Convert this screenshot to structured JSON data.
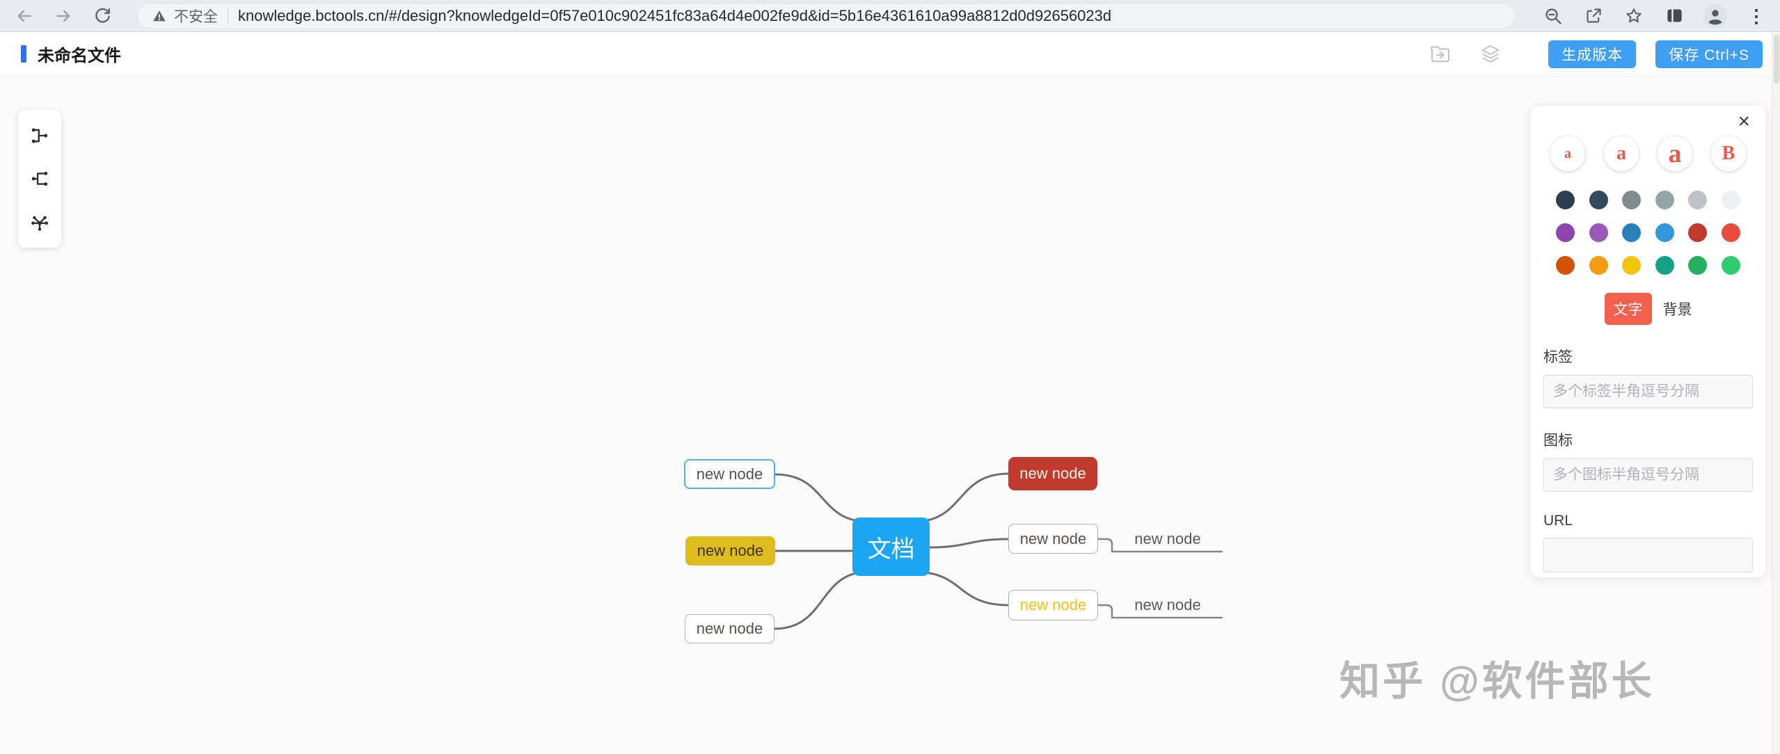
{
  "browser": {
    "security_label": "不安全",
    "url": "knowledge.bctools.cn/#/design?knowledgeId=0f57e010c902451fc83a64d4e002fe9d&id=5b16e4361610a99a8812d0d92656023d"
  },
  "icons": {
    "close": "×",
    "menu_dots": "⋮"
  },
  "toolbar": {
    "title": "未命名文件",
    "generate_version_label": "生成版本",
    "save_label": "保存 Ctrl+S",
    "accent_color": "#2E72F2",
    "button_color": "#3F9FF3"
  },
  "mindmap": {
    "root": {
      "label": "文档",
      "bg": "#1BA5F2",
      "color": "#FFFFFF"
    },
    "left_nodes": [
      {
        "label": "new node",
        "border": "#55B0E2"
      },
      {
        "label": "new node",
        "bg": "#DFBC1E",
        "color": "#3A3418"
      },
      {
        "label": "new node"
      }
    ],
    "right_nodes": [
      {
        "label": "new node",
        "bg": "#C23A2B",
        "color": "#F6F1EE"
      },
      {
        "label": "new node",
        "children": [
          {
            "label": "new node"
          }
        ]
      },
      {
        "label": "new node",
        "color": "#EFC319",
        "children": [
          {
            "label": "new node"
          }
        ]
      }
    ]
  },
  "panel": {
    "font_buttons": [
      "a",
      "a",
      "a",
      "B"
    ],
    "font_button_color": "#ED5A4C",
    "palette": [
      "#2c3e50",
      "#34495e",
      "#7f8c8d",
      "#94a5a6",
      "#bdc3c7",
      "#ecf0f1",
      "#8e44ad",
      "#9b59b6",
      "#2980b9",
      "#3298db",
      "#c0392c",
      "#e74c3c",
      "#d35400",
      "#f39c11",
      "#f1c40e",
      "#16a086",
      "#27ae60",
      "#2ecc71"
    ],
    "tabs": {
      "text": "文字",
      "background": "背景"
    },
    "active_tab_color": "#F3604E",
    "tag_label": "标签",
    "tag_placeholder": "多个标签半角逗号分隔",
    "icon_label": "图标",
    "icon_placeholder": "多个图标半角逗号分隔",
    "url_label": "URL",
    "url_value": ""
  },
  "watermark": "知乎 @软件部长"
}
